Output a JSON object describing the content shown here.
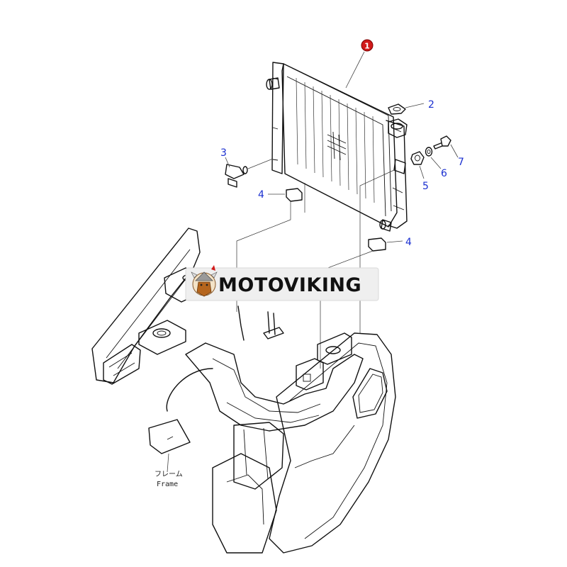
{
  "callouts": {
    "c1": "1",
    "c2": "2",
    "c3": "3",
    "c4a": "4",
    "c4b": "4",
    "c5": "5",
    "c6": "6",
    "c7": "7"
  },
  "frame_label": {
    "jp": "フレーム",
    "en": "Frame"
  },
  "watermark": {
    "text": "MOTOVIKING"
  },
  "colors": {
    "callout_blue": "#1a2fd0",
    "marker_red": "#d11a1a"
  }
}
